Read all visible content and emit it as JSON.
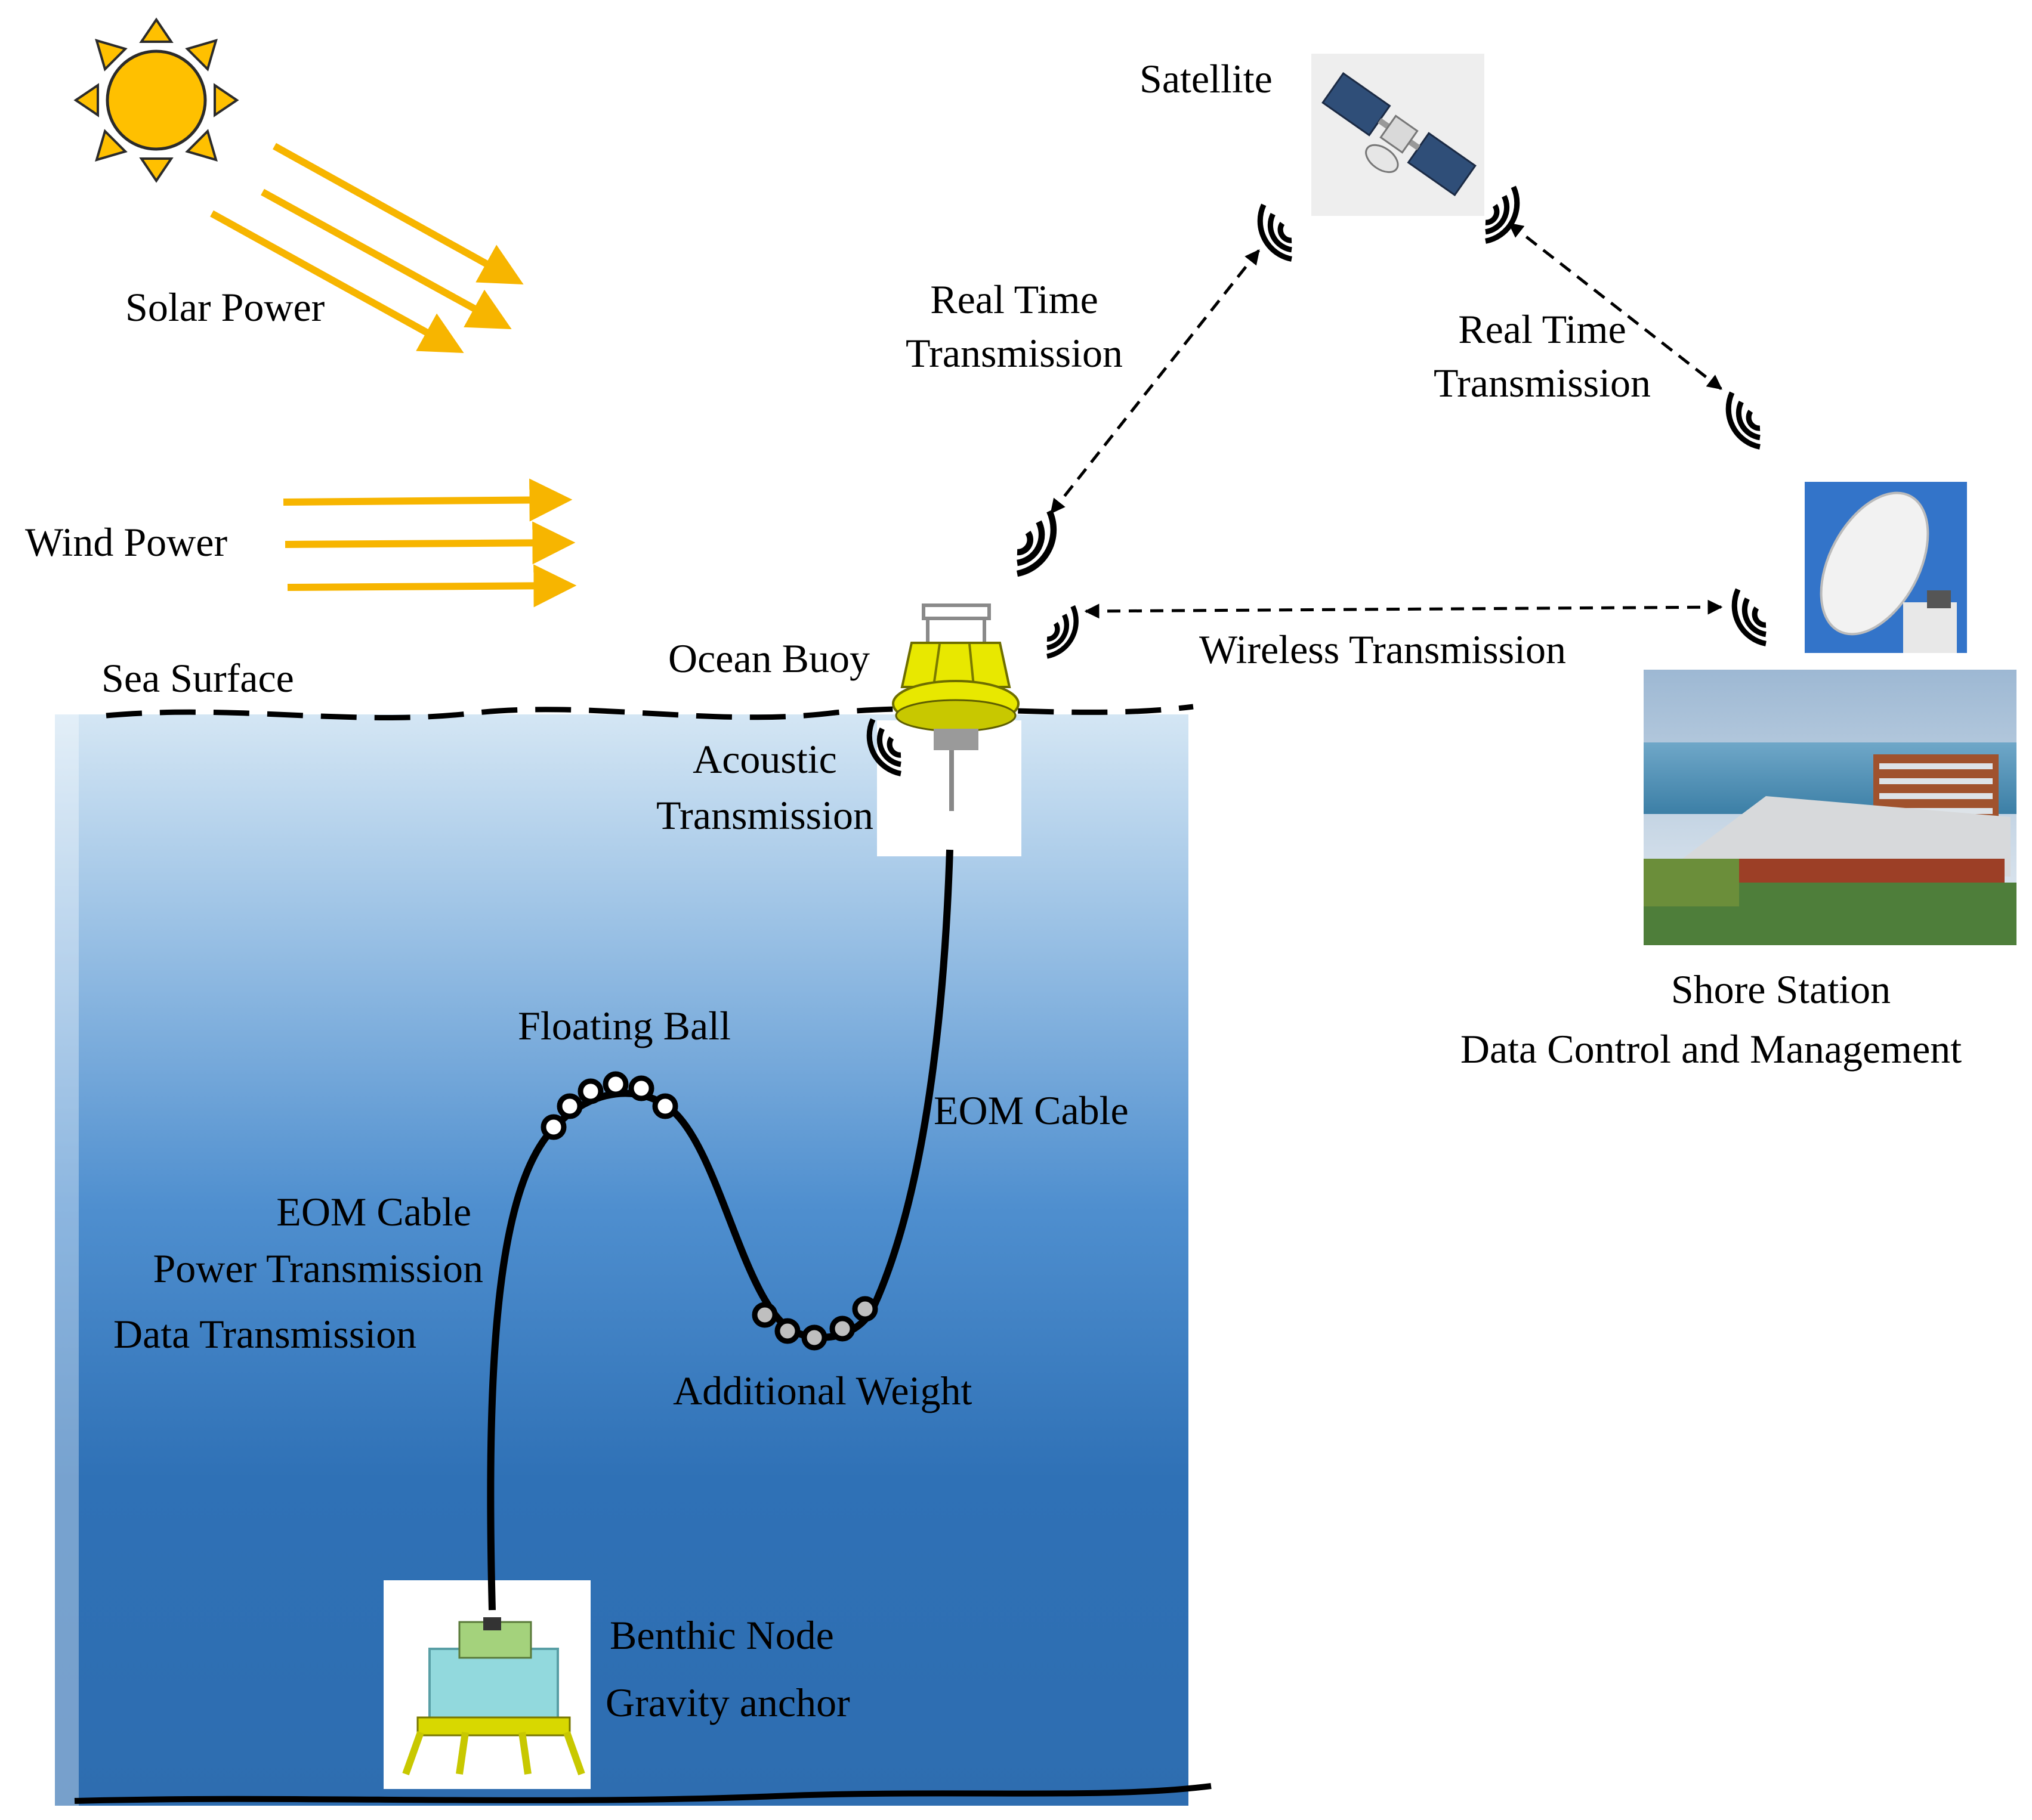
{
  "labels": {
    "solar_power": "Solar Power",
    "wind_power": "Wind Power",
    "sea_surface": "Sea Surface",
    "satellite": "Satellite",
    "real_time_left_1": "Real Time",
    "real_time_left_2": "Transmission",
    "real_time_right_1": "Real Time",
    "real_time_right_2": "Transmission",
    "ocean_buoy": "Ocean Buoy",
    "wireless_transmission": "Wireless Transmission",
    "acoustic_1": "Acoustic",
    "acoustic_2": "Transmission",
    "floating_ball": "Floating Ball",
    "eom_cable_right": "EOM Cable",
    "eom_cable_left": "EOM Cable",
    "power_transmission": "Power Transmission",
    "data_transmission": "Data Transmission",
    "additional_weight": "Additional Weight",
    "benthic_node": "Benthic Node",
    "gravity_anchor": "Gravity anchor",
    "shore_station": "Shore Station",
    "data_control": "Data Control and Management"
  },
  "icons": {
    "sun": "sun-icon",
    "satellite": "satellite-icon",
    "dish": "satellite-dish-icon",
    "signal": "wireless-signal-icon",
    "buoy": "ocean-buoy-icon",
    "benthic_node": "benthic-node-icon"
  },
  "colors": {
    "energy_arrows": "#F7B500",
    "sun": "#FFC000",
    "ocean_top": "#D4E6F4",
    "ocean_bottom": "#2E6DB0",
    "cable": "#000000"
  }
}
